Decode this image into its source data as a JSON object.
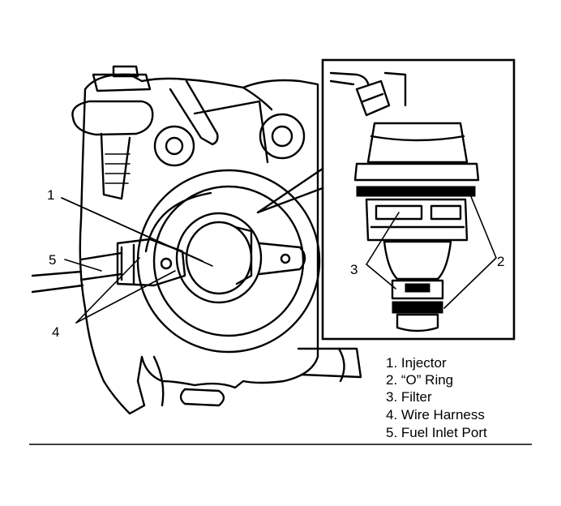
{
  "callouts": {
    "c1": "1",
    "c2": "2",
    "c3": "3",
    "c4": "4",
    "c5": "5"
  },
  "legend": [
    "1. Injector",
    "2. “O” Ring",
    "3. Filter",
    "4. Wire Harness",
    "5. Fuel Inlet Port"
  ]
}
